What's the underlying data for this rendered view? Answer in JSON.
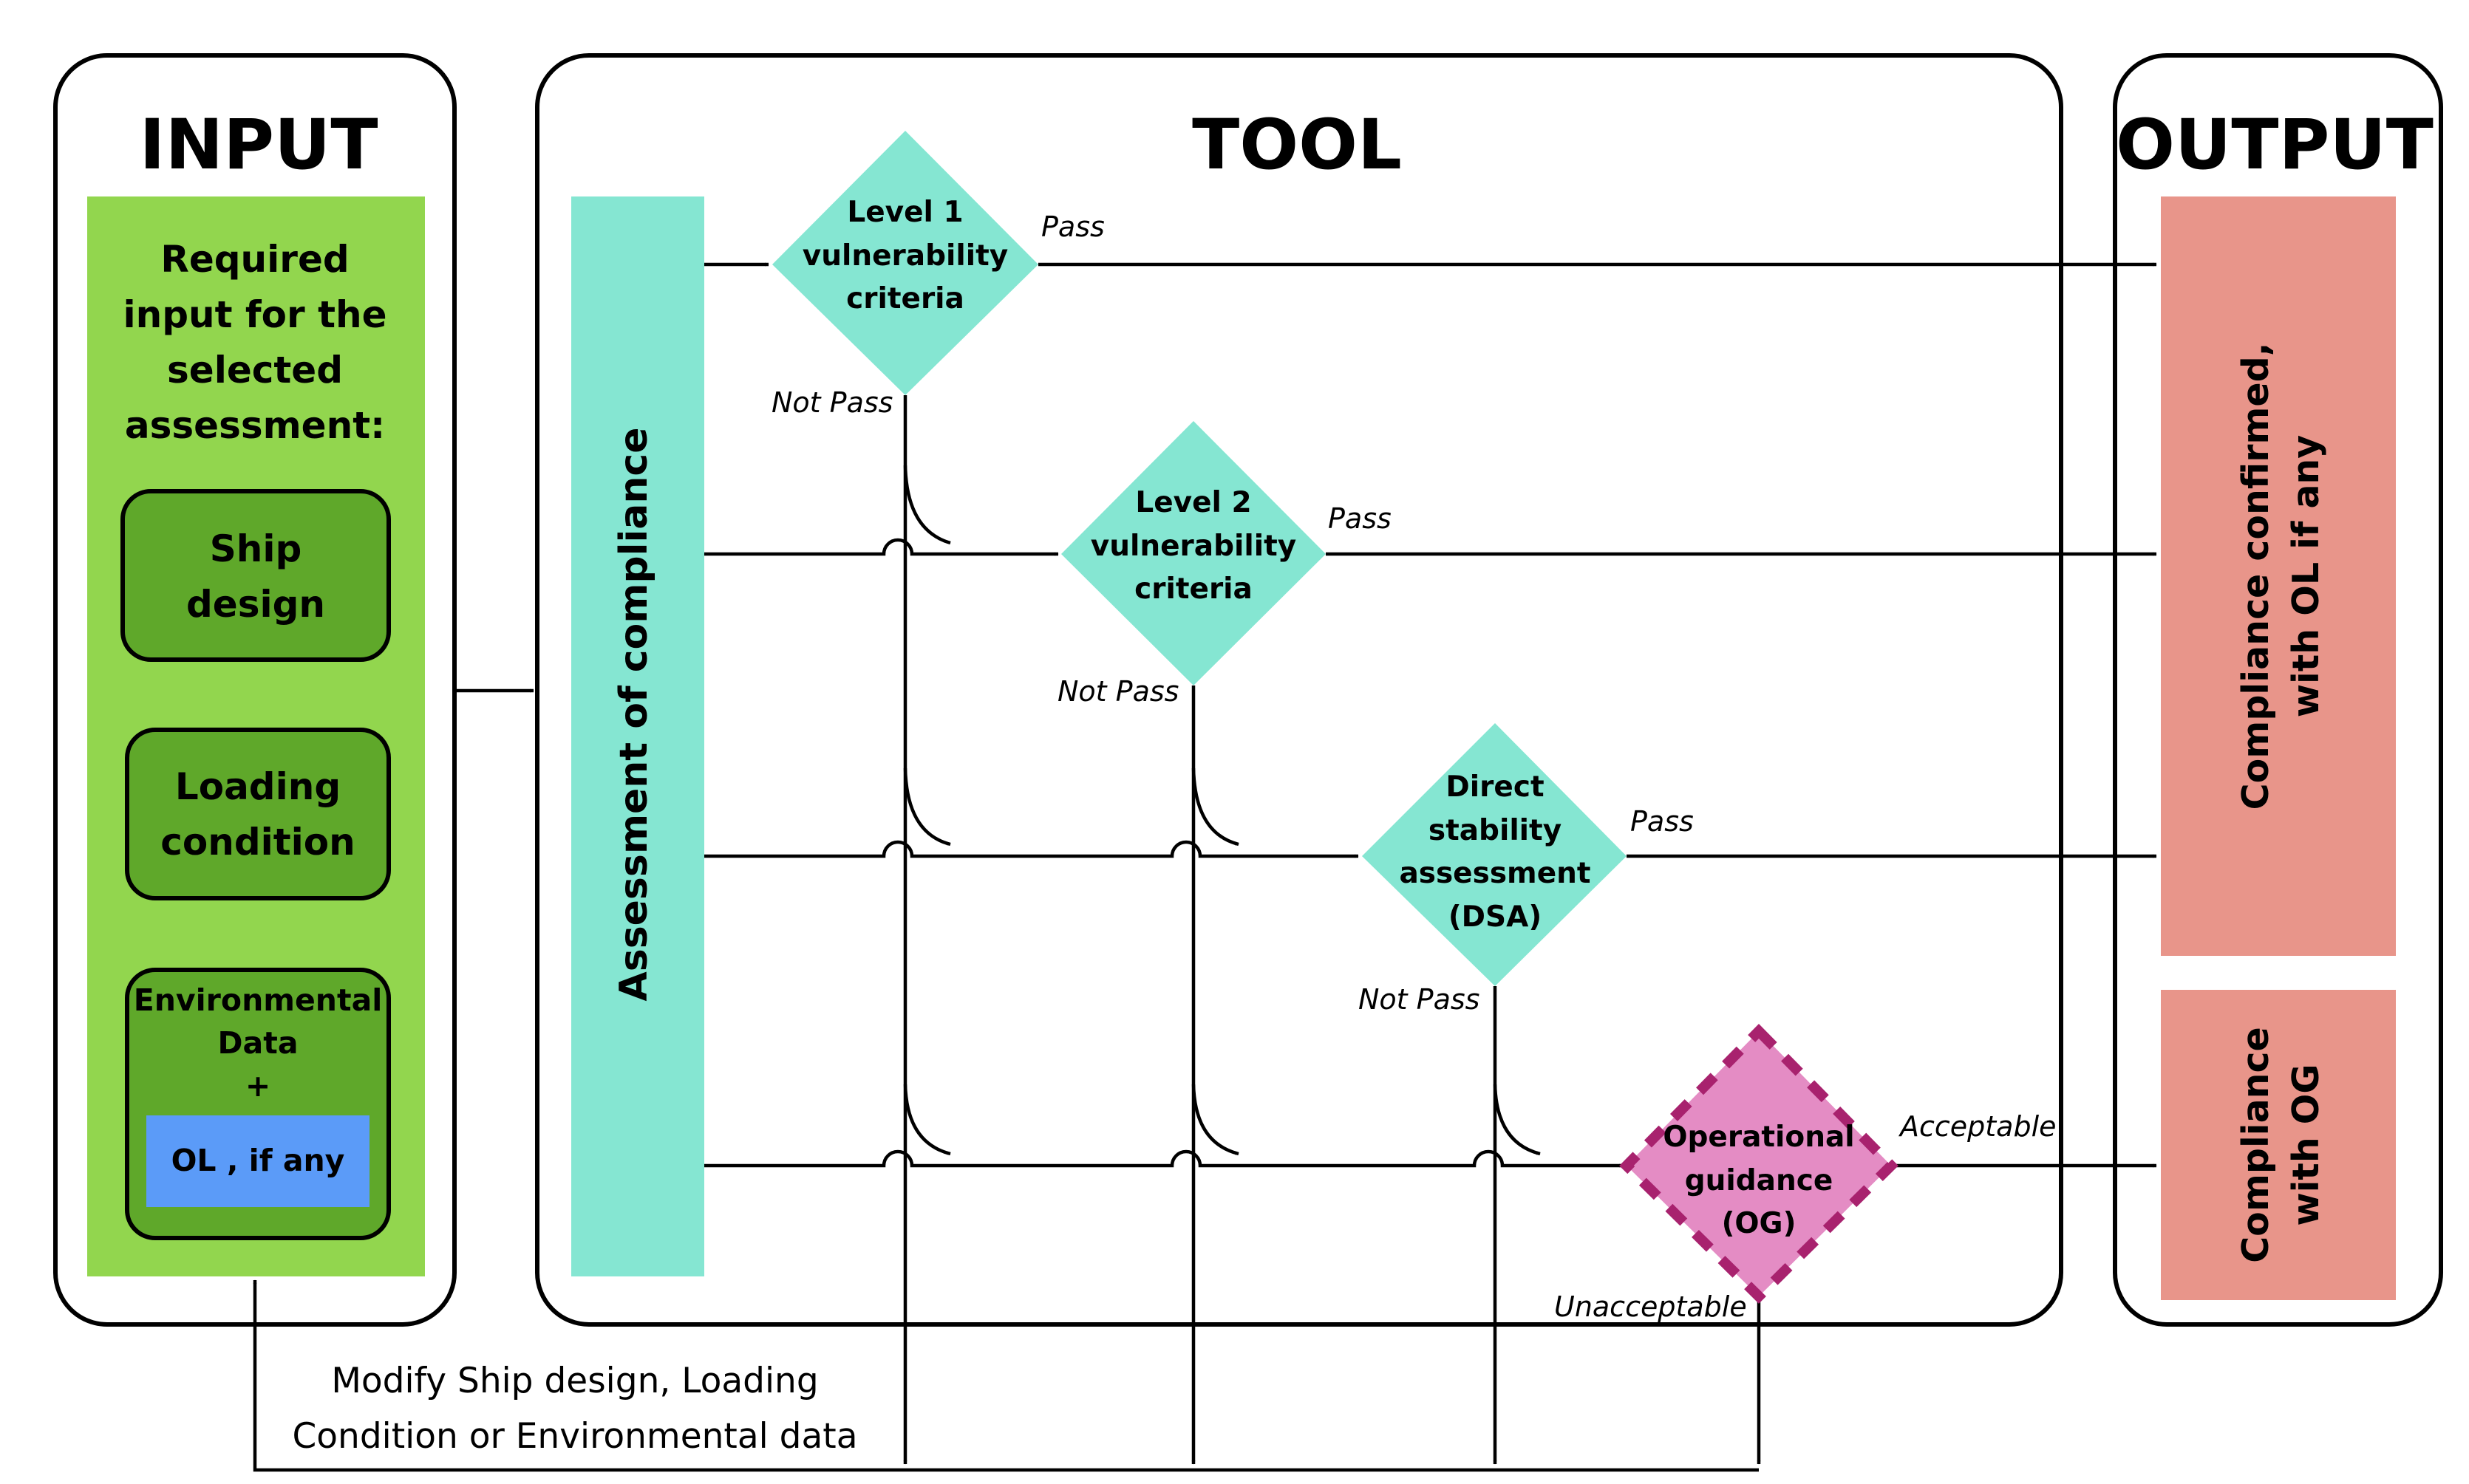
{
  "sections": {
    "input_title": "INPUT",
    "tool_title": "TOOL",
    "output_title": "OUTPUT"
  },
  "input": {
    "required_lines": [
      "Required",
      "input for the",
      "selected",
      "assessment:"
    ],
    "ship_design": [
      "Ship",
      "design"
    ],
    "loading_condition": [
      "Loading",
      "condition"
    ],
    "environmental_data": [
      "Environmental",
      "Data",
      "+"
    ],
    "ol_label": "OL , if any"
  },
  "tool": {
    "assessment_bar": "Assessment of compliance",
    "level1": [
      "Level 1",
      "vulnerability",
      "criteria"
    ],
    "level2": [
      "Level 2",
      "vulnerability",
      "criteria"
    ],
    "dsa": [
      "Direct",
      "stability",
      "assessment",
      "(DSA)"
    ],
    "og": [
      "Operational",
      "guidance",
      "(OG)"
    ],
    "pass": "Pass",
    "not_pass": "Not Pass",
    "acceptable": "Acceptable",
    "unacceptable": "Unacceptable"
  },
  "output": {
    "compliance_confirmed": [
      "Compliance confirmed,",
      "with OL if any"
    ],
    "compliance_og": [
      "Compliance",
      "with OG"
    ]
  },
  "feedback": [
    "Modify Ship design, Loading",
    "Condition or Environmental data"
  ],
  "colors": {
    "input_bg": "#92D64E",
    "input_box": "#5FA82A",
    "ol_box": "#5B9BF8",
    "tool_teal": "#85E6D2",
    "og_fill": "#E48CC4",
    "og_border": "#A8226E",
    "output_box": "#E8958A"
  }
}
